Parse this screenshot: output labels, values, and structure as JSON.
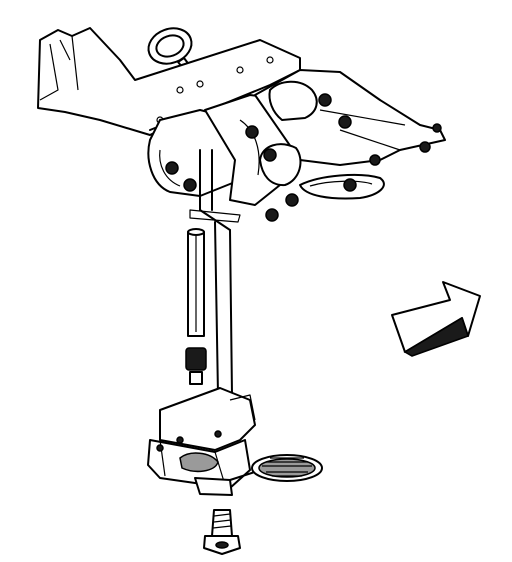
{
  "figure": {
    "kind": "exploded-parts-illustration",
    "style": "black line art on white",
    "parts": [
      {
        "id": "o-ring-seal",
        "icon": "o-ring-icon"
      },
      {
        "id": "engine-block-underside",
        "icon": "engine-block-icon"
      },
      {
        "id": "oil-pump-drive-shaft",
        "icon": "shaft-icon"
      },
      {
        "id": "shaft-retainer-sleeve",
        "icon": "sleeve-icon"
      },
      {
        "id": "oil-pump-assembly",
        "icon": "pump-icon"
      },
      {
        "id": "oil-pickup-screen",
        "icon": "screen-icon"
      },
      {
        "id": "mounting-bolt",
        "icon": "bolt-icon"
      },
      {
        "id": "front-direction-arrow",
        "icon": "arrow-icon"
      }
    ]
  }
}
